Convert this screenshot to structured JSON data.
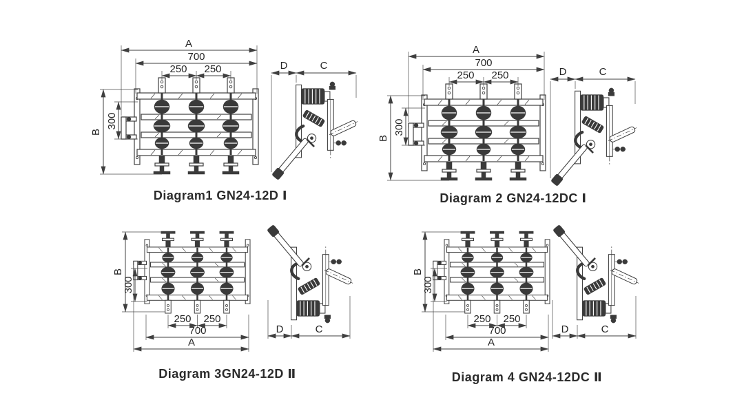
{
  "sheet": {
    "background": "#ffffff",
    "line_color": "#3f3f3f",
    "dark_fill": "#3a3a3a",
    "text_color": "#262626"
  },
  "diagrams": [
    {
      "caption": "Diagram1  GN24-12D Ⅰ",
      "dims": {
        "A": "A",
        "overall": "700",
        "pitch_a": "250",
        "pitch_b": "250",
        "B": "B",
        "height": "300",
        "D": "D",
        "C": "C"
      }
    },
    {
      "caption": "Diagram 2  GN24-12DC Ⅰ",
      "dims": {
        "A": "A",
        "overall": "700",
        "pitch_a": "250",
        "pitch_b": "250",
        "B": "B",
        "height": "300",
        "D": "D",
        "C": "C"
      }
    },
    {
      "caption": "Diagram 3GN24-12D Ⅱ",
      "dims": {
        "A": "A",
        "overall": "700",
        "pitch_a": "250",
        "pitch_b": "250",
        "B": "B",
        "height": "300",
        "D": "D",
        "C": "C"
      }
    },
    {
      "caption": "Diagram 4  GN24-12DC Ⅱ",
      "dims": {
        "A": "A",
        "overall": "700",
        "pitch_a": "250",
        "pitch_b": "250",
        "B": "B",
        "height": "300",
        "D": "D",
        "C": "C"
      }
    }
  ]
}
